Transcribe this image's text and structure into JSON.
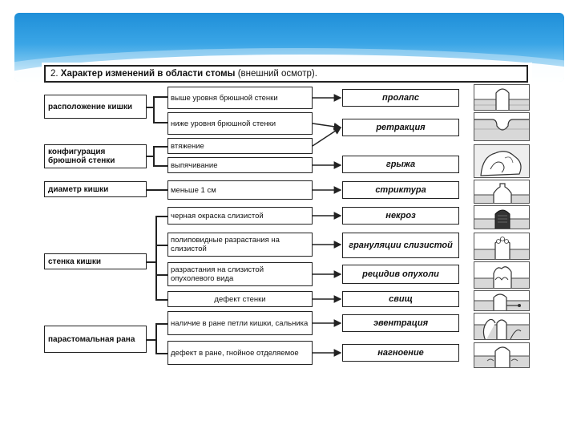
{
  "title": {
    "number": "2.",
    "bold": "Характер изменений в области стомы",
    "rest": "(внешний осмотр)."
  },
  "categories": {
    "location": "расположение кишки",
    "wall_config": "конфигурация брюшной стенки",
    "diameter": "диаметр кишки",
    "bowel_wall": "стенка кишки",
    "parastomal": "парастомальная рана"
  },
  "descriptions": {
    "above": "выше уровня брюшной стенки",
    "below": "ниже уровня брюшной стенки",
    "retraction_pull": "втяжение",
    "bulging": "выпячивание",
    "less_1cm": "меньше 1 см",
    "black": "черная окраска слизистой",
    "polyps": "полиповидные разрастания на слизистой",
    "tumor": "разрастания на слизистой опухолевого вида",
    "defect_wall": "дефект стенки",
    "loop": "наличие в ране петли кишки, сальника",
    "pus": "дефект в ране, гнойное отделяемое"
  },
  "results": {
    "prolapse": "пролапс",
    "retraction": "ретракция",
    "hernia": "грыжа",
    "stricture": "стриктура",
    "necrosis": "некроз",
    "granulation": "грануляции слизистой",
    "relapse": "рецидив опухоли",
    "fistula": "свищ",
    "eventration": "эвентрация",
    "suppuration": "нагноение"
  },
  "icons": [
    "prolapse-icon",
    "retraction-icon",
    "hernia-icon",
    "stricture-icon",
    "necrosis-icon",
    "granulation-icon",
    "relapse-icon",
    "fistula-icon",
    "eventration-icon",
    "suppuration-icon"
  ]
}
